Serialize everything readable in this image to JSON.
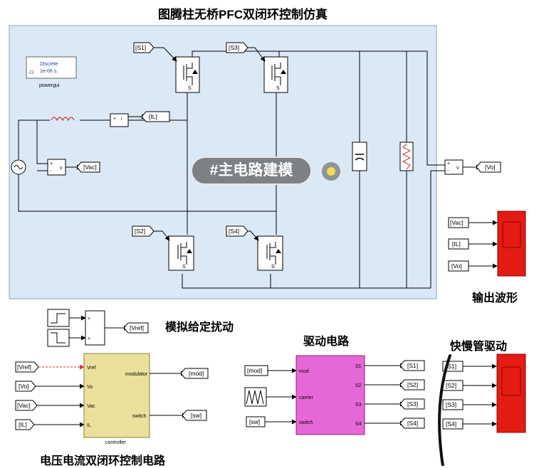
{
  "title": "图腾柱无桥PFC双闭环控制仿真",
  "powergui": {
    "line1": "Discrete",
    "line2": "1e-06 s.",
    "label": "powergui"
  },
  "gates": {
    "s1": "[S1]",
    "s2": "[S2]",
    "s3": "[S3]",
    "s4": "[S4]"
  },
  "goto_tags": {
    "il": "[IL]",
    "vac": "[Vac]",
    "vo": "[Vo]"
  },
  "overlay": {
    "label": "#主电路建模"
  },
  "scope_inputs": [
    "[Vac]",
    "[IL]",
    "[Vo]"
  ],
  "captions": {
    "output_waveform": "输出波形",
    "disturbance": "模拟给定扰动",
    "drive_circuit": "驱动电路",
    "fast_slow_drive": "快慢管驱动",
    "control_circuit": "电压电流双闭环控制电路"
  },
  "vref_goto": "[Vref]",
  "controller": {
    "label": "controller",
    "inputs": [
      "Vref",
      "Vo",
      "Vac",
      "IL"
    ],
    "outputs": [
      "modulator",
      "switch"
    ],
    "in_tags": [
      "[Vref]",
      "[Vo]",
      "[Vac]",
      "[IL]"
    ],
    "out_tags": [
      "[mod]",
      "[sw]"
    ]
  },
  "driver": {
    "inputs": [
      "mod",
      "carrier",
      "switch"
    ],
    "outputs": [
      "S1",
      "S2",
      "S3",
      "S4"
    ],
    "in_tags": [
      "[mod]",
      "[sw]"
    ],
    "out_tags": [
      "[S1]",
      "[S2]",
      "[S3]",
      "[S4]"
    ]
  },
  "scope2_inputs": [
    "[S1]",
    "[S2]",
    "[S3]",
    "[S4]"
  ],
  "colors": {
    "panel": "#dbe9f6",
    "scope": "#e31b12",
    "controller": "#ece19c",
    "driver": "#e667d6"
  }
}
